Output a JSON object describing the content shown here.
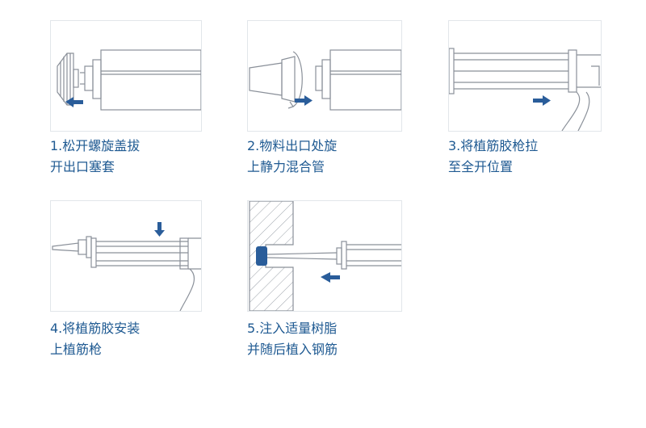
{
  "steps": [
    {
      "title": "1.松开螺旋盖拔",
      "subtitle": "开出口塞套",
      "icon": "cap-removal-illustration"
    },
    {
      "title": "2.物料出口处旋",
      "subtitle": "上静力混合管",
      "icon": "mixer-attach-illustration"
    },
    {
      "title": "3.将植筋胶枪拉",
      "subtitle": "至全开位置",
      "icon": "gun-open-illustration"
    },
    {
      "title": "4.将植筋胶安装",
      "subtitle": "上植筋枪",
      "icon": "cartridge-load-illustration"
    },
    {
      "title": "5.注入适量树脂",
      "subtitle": "并随后植入钢筋",
      "icon": "resin-inject-illustration"
    }
  ],
  "colors": {
    "line": "#8a9099",
    "arrow": "#2a5d9a",
    "text": "#1f5a92",
    "hatch": "#9aa0a8"
  }
}
